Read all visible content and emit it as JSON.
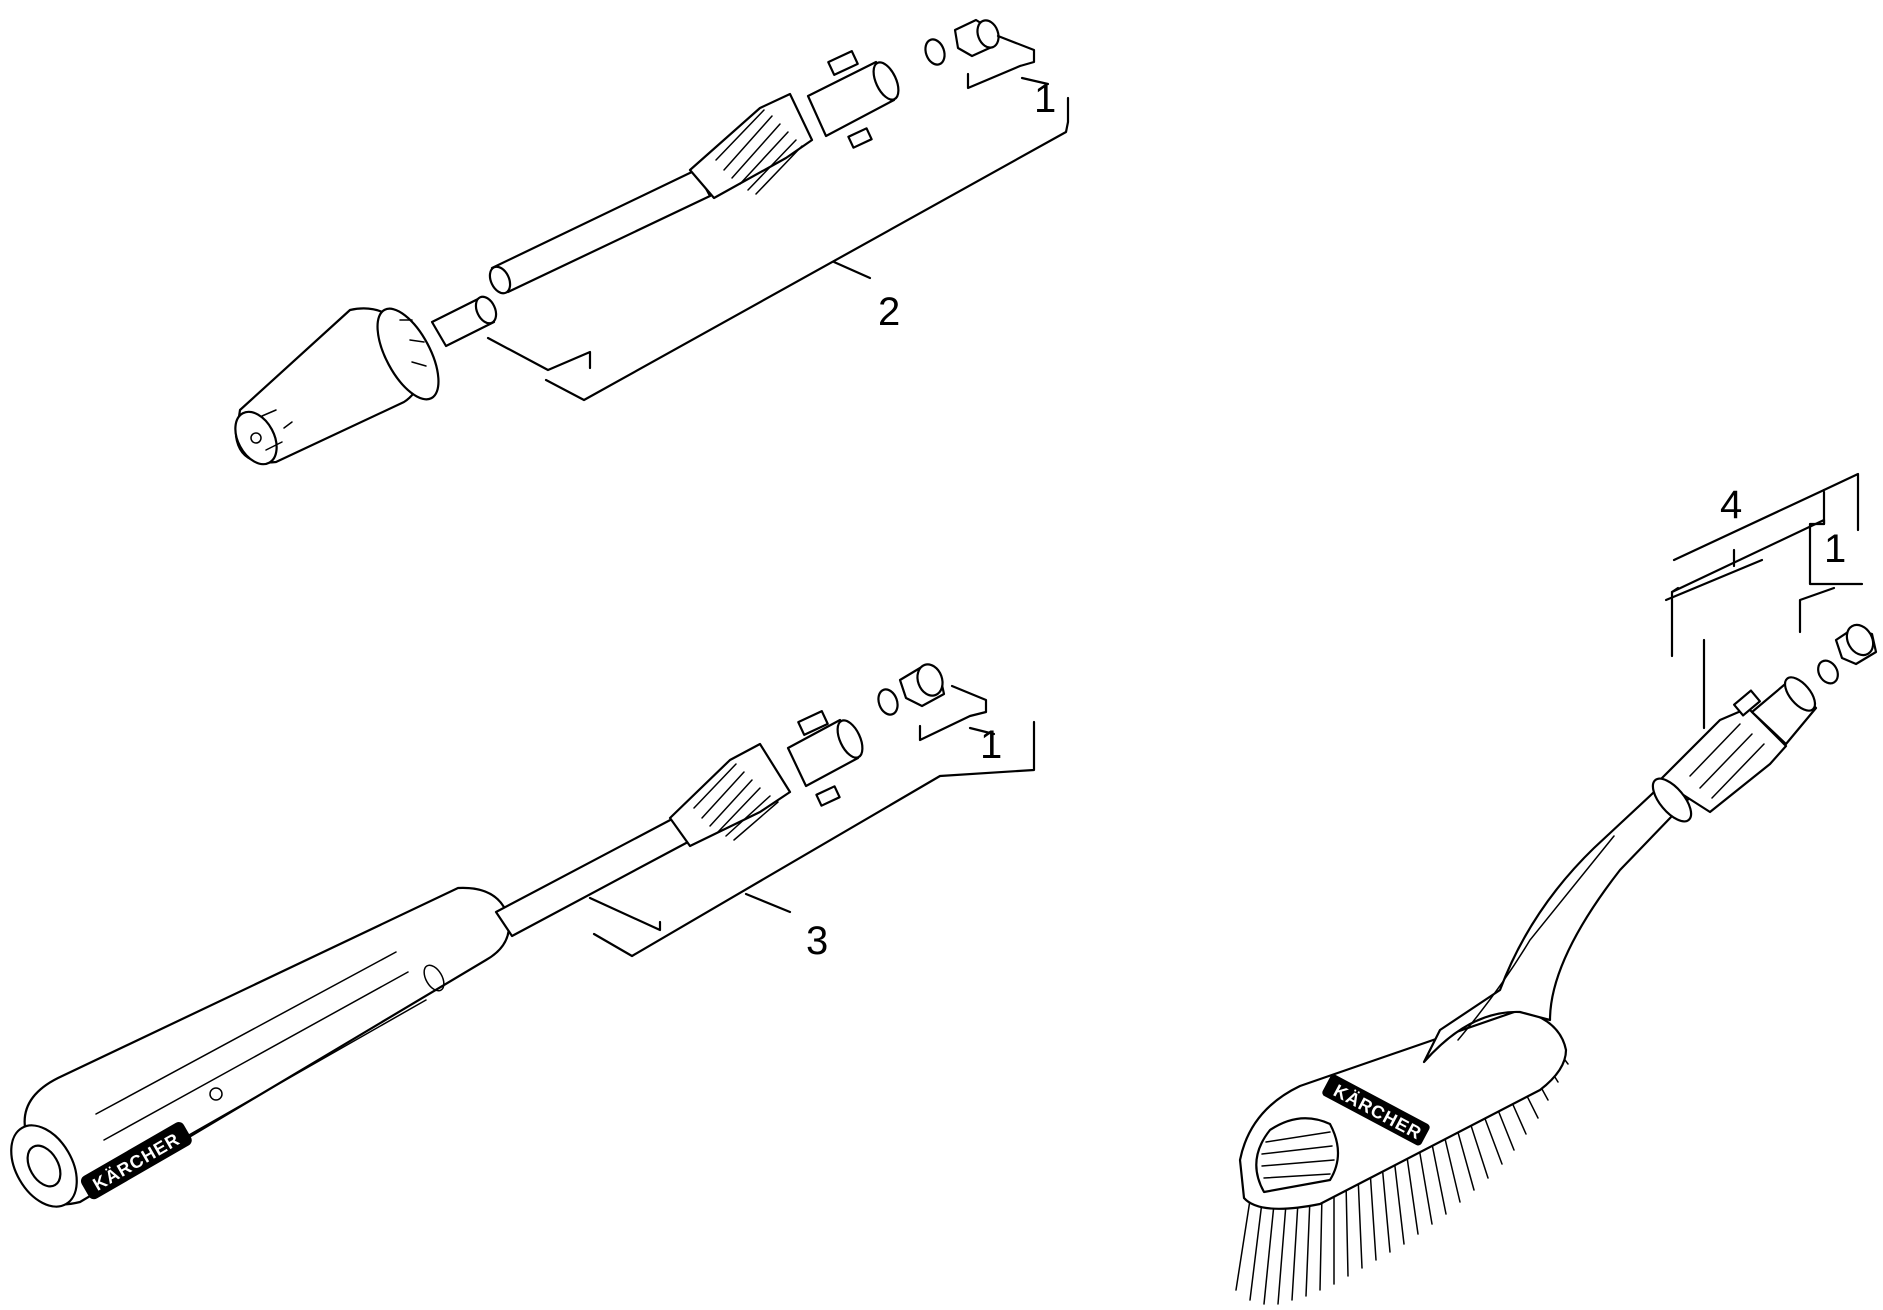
{
  "callouts": {
    "top_nut": "1",
    "lance_top": "2",
    "mid_nut": "1",
    "lance_mid": "3",
    "brush_assembly": "4",
    "brush_nut": "1"
  },
  "brand_marks": {
    "handle": "KÄRCHER",
    "brush": "KÄRCHER"
  },
  "colors": {
    "line": "#000000",
    "background": "#ffffff"
  }
}
